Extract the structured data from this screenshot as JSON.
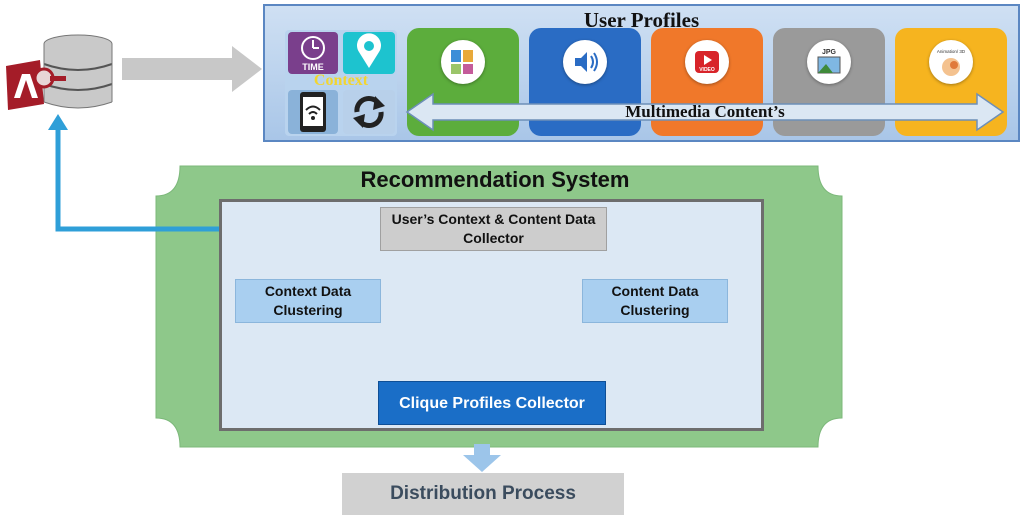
{
  "user_profiles": {
    "title": "User Profiles",
    "context_label": "Context",
    "time_label": "TIME",
    "multimedia_label": "Multimedia Content’s",
    "media_tiles": [
      {
        "name": "documents",
        "color": "#5cad3c",
        "badge": ""
      },
      {
        "name": "audio",
        "color": "#2a6cc4",
        "badge": ""
      },
      {
        "name": "video",
        "color": "#f0782a",
        "badge": "VIDEO"
      },
      {
        "name": "image",
        "color": "#9a9a9a",
        "badge": "JPG"
      },
      {
        "name": "animation",
        "color": "#f6b41f",
        "badge": "Animation/ 3D"
      }
    ]
  },
  "recommendation_system": {
    "title": "Recommendation System",
    "collector": "User’s Context & Content Data Collector",
    "context_clustering": "Context Data Clustering",
    "content_clustering": "Content Data Clustering",
    "clique_collector": "Clique Profiles Collector"
  },
  "distribution": {
    "label": "Distribution Process"
  },
  "colors": {
    "frame_green": "#8ec88a",
    "arrow_blue": "#2f9fd8",
    "arrow_gray": "#bfbfbf",
    "clique_blue": "#1a6ec7"
  }
}
